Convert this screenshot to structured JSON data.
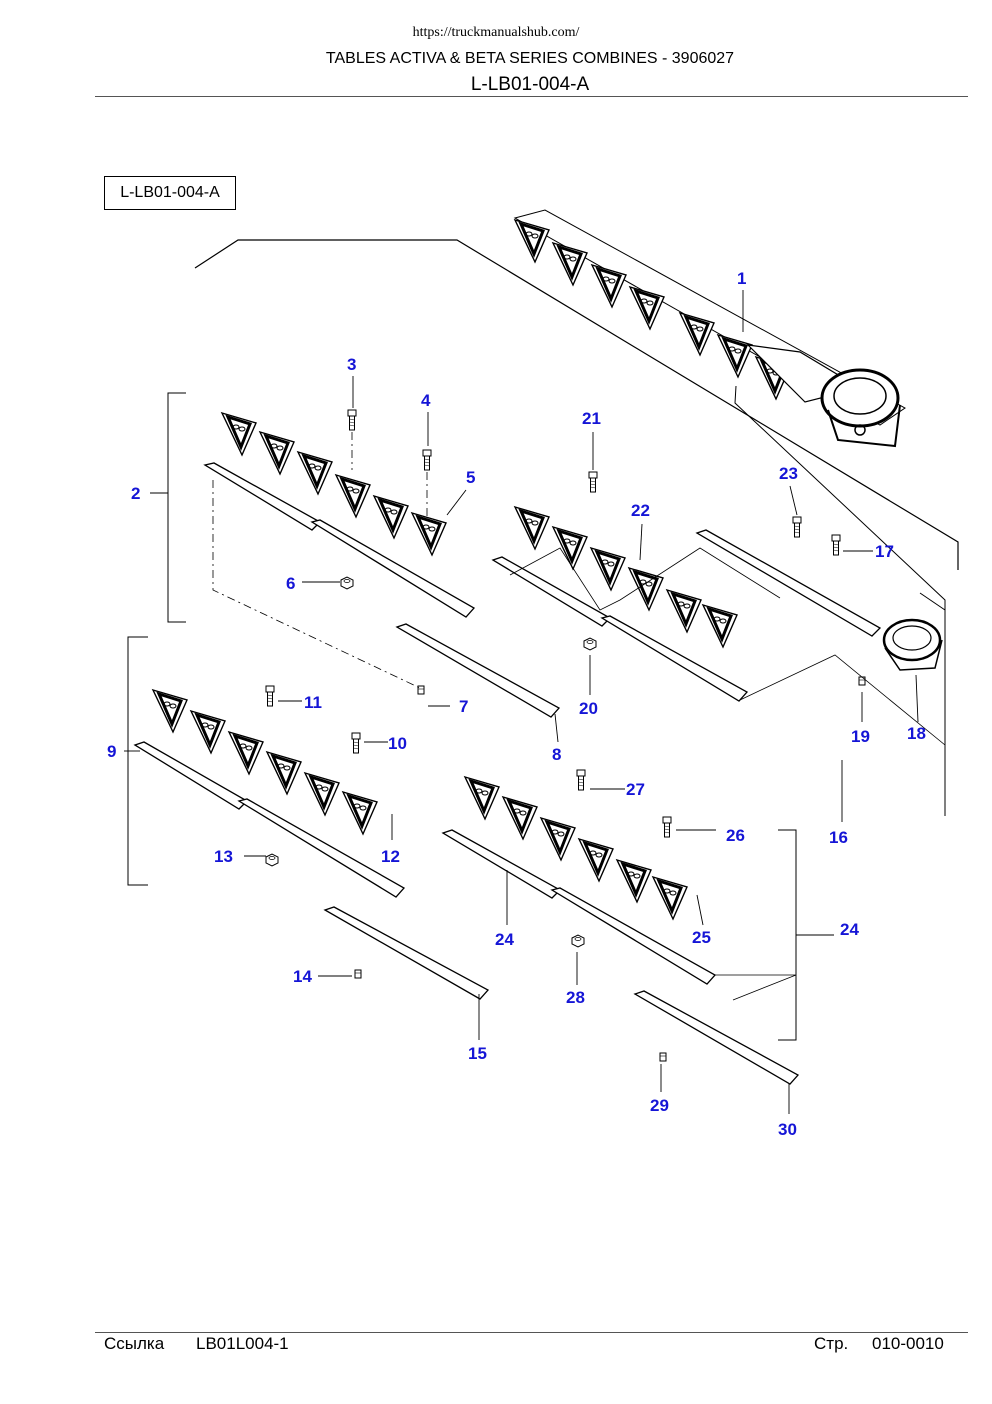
{
  "header": {
    "url": "https://truckmanualshub.com/",
    "title": "TABLES ACTIVA & BETA SERIES COMBINES - 3906027",
    "code": "L-LB01-004-A"
  },
  "figure": {
    "label": "L-LB01-004-A",
    "callouts": [
      "1",
      "2",
      "3",
      "4",
      "5",
      "6",
      "7",
      "8",
      "9",
      "10",
      "11",
      "12",
      "13",
      "14",
      "15",
      "16",
      "17",
      "18",
      "19",
      "20",
      "21",
      "22",
      "23",
      "24",
      "24",
      "25",
      "26",
      "27",
      "28",
      "29",
      "30"
    ],
    "callout_color": "#1515d6"
  },
  "footer": {
    "ref_label": "Ссылка",
    "ref_value": "LB01L004-1",
    "page_label": "Стр.",
    "page_value": "010-0010"
  }
}
